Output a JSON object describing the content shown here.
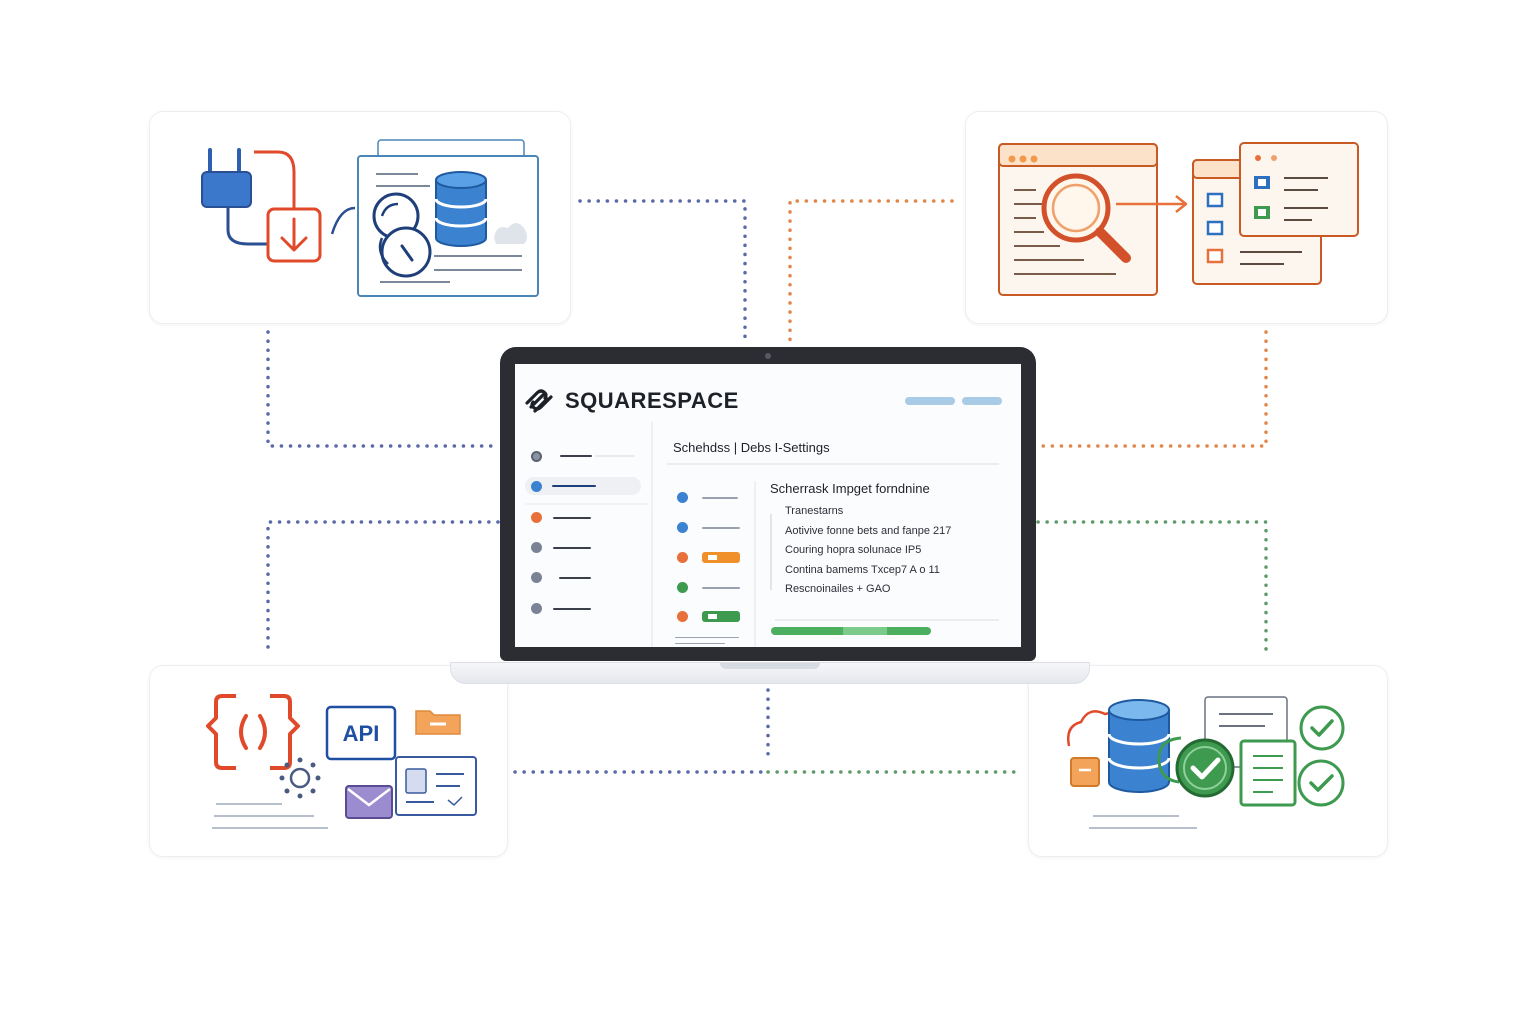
{
  "app": {
    "brand": "SQUARESPACE",
    "tabs": "Schehdss |  Debs  I-Settings",
    "content_title": "Scherrask Impget forndnine",
    "content_rows": [
      "Tranestarns",
      "Aotivive fonne bets and fanpe 217",
      "Couring hopra solunace IP5",
      "Contina bamems Txcep7 A  o 11",
      "Rescnoinailes + GAO"
    ]
  },
  "api_label": "API",
  "colors": {
    "blue": "#2f5fb0",
    "orange": "#e87b2f",
    "red": "#e04a2a",
    "green": "#3d9a4f",
    "connector_blue": "#5a6aa8",
    "connector_orange": "#e0864a",
    "connector_green": "#5e9a6a"
  },
  "icons": {
    "top_left": [
      "plug-icon",
      "download-icon",
      "database-icon",
      "gauge-icon",
      "document-icon"
    ],
    "top_right": [
      "browser-window-icon",
      "magnifier-icon",
      "arrow-right-icon",
      "checklist-window-icon"
    ],
    "bottom_left": [
      "code-braces-icon",
      "api-badge-icon",
      "gear-icon",
      "mail-icon",
      "folder-icon",
      "profile-card-icon"
    ],
    "bottom_right": [
      "cloud-icon",
      "database-icon",
      "check-circle-icon",
      "form-icon",
      "check-circle-icon",
      "check-circle-icon"
    ]
  }
}
